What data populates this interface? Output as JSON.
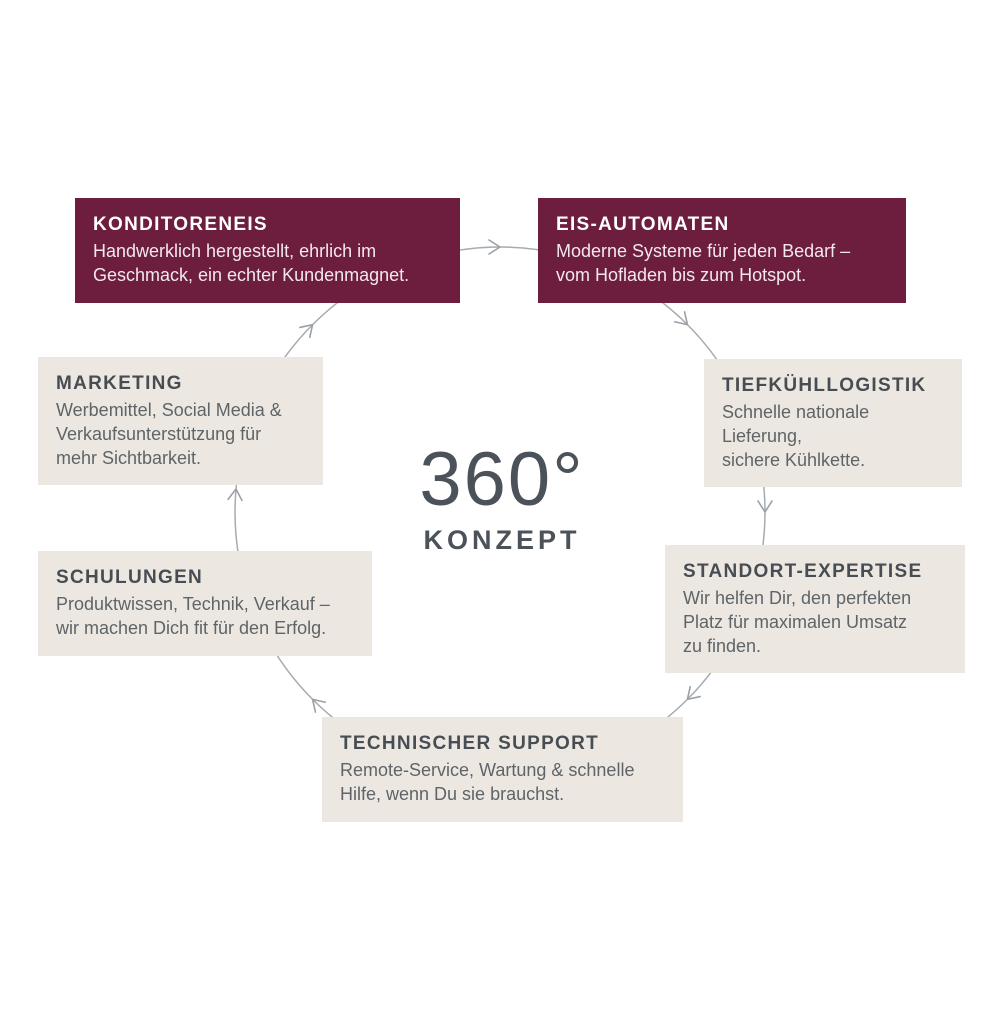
{
  "center": {
    "headline": "360°",
    "subline": "KONZEPT"
  },
  "cycle": {
    "direction": "clockwise",
    "arrow_count": 7,
    "arrow_icon": "chevron-arrow-icon",
    "ring_color": "#a6abaf"
  },
  "colors": {
    "maroon": "#6d1e3e",
    "beige": "#ece8e1",
    "title_dark": "#474d53",
    "body_gray": "#5e6468",
    "center_text": "#4b525a"
  },
  "nodes": [
    {
      "id": "konditoreneis",
      "variant": "maroon",
      "title": "KONDITORENEIS",
      "body": "Handwerklich hergestellt, ehrlich im\nGeschmack, ein echter Kundenmagnet."
    },
    {
      "id": "eis-automaten",
      "variant": "maroon",
      "title": "EIS-AUTOMATEN",
      "body": "Moderne Systeme für jeden Bedarf –\nvom Hofladen bis zum Hotspot."
    },
    {
      "id": "tiefkuehllogistik",
      "variant": "beige",
      "title": "TIEFKÜHLLOGISTIK",
      "body": "Schnelle nationale\nLieferung,\nsichere Kühlkette."
    },
    {
      "id": "standort-expertise",
      "variant": "beige",
      "title": "STANDORT-EXPERTISE",
      "body": "Wir helfen Dir, den perfekten\nPlatz für maximalen Umsatz\nzu finden."
    },
    {
      "id": "technischer-support",
      "variant": "beige",
      "title": "TECHNISCHER SUPPORT",
      "body": "Remote-Service, Wartung & schnelle\nHilfe, wenn Du sie brauchst."
    },
    {
      "id": "schulungen",
      "variant": "beige",
      "title": "SCHULUNGEN",
      "body": "Produktwissen, Technik, Verkauf –\nwir machen Dich fit für den Erfolg."
    },
    {
      "id": "marketing",
      "variant": "beige",
      "title": "MARKETING",
      "body": "Werbemittel, Social Media &\nVerkaufsunterstützung für\nmehr Sichtbarkeit."
    }
  ]
}
